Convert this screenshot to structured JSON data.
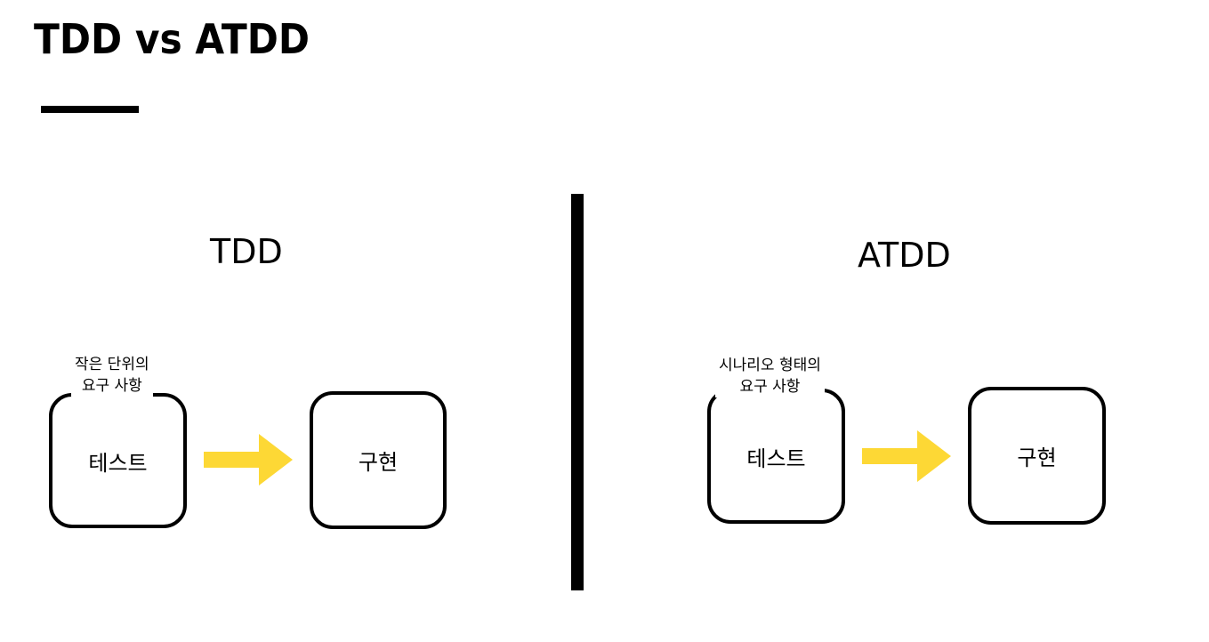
{
  "title": "TDD vs ATDD",
  "colors": {
    "arrow": "#FDD835",
    "stroke": "#000000"
  },
  "sections": [
    {
      "heading": "TDD",
      "note_line1": "작은 단위의",
      "note_line2": "요구 사항",
      "test_box": "테스트",
      "impl_box": "구현"
    },
    {
      "heading": "ATDD",
      "note_line1": "시나리오 형태의",
      "note_line2": "요구 사항",
      "test_box": "테스트",
      "impl_box": "구현"
    }
  ]
}
